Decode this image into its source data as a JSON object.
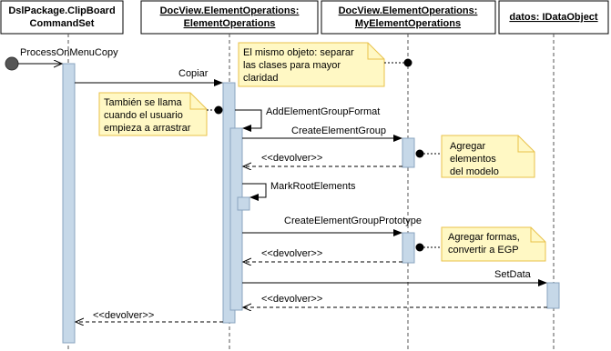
{
  "lifelines": [
    {
      "line1": "DslPackage.ClipBoard",
      "line2": "CommandSet"
    },
    {
      "line1": "DocView.ElementOperations:",
      "line2": "ElementOperations"
    },
    {
      "line1": "DocView.ElementOperations:",
      "line2": "MyElementOperations"
    },
    {
      "line1": "datos: IDataObject",
      "line2": ""
    }
  ],
  "messages": {
    "entry": "ProcessOnMenuCopy",
    "copiar": "Copiar",
    "add_element_group_format": "AddElementGroupFormat",
    "create_element_group": "CreateElementGroup",
    "return_1": "<<devolver>>",
    "mark_root_elements": "MarkRootElements",
    "create_element_group_prototype": "CreateElementGroupPrototype",
    "return_2": "<<devolver>>",
    "set_data": "SetData",
    "return_3": "<<devolver>>",
    "return_4": "<<devolver>>"
  },
  "notes": {
    "same_object": [
      "El mismo objeto: separar",
      "las clases para mayor",
      "claridad"
    ],
    "drag": [
      "También se llama",
      "cuando el usuario",
      "empieza a arrastrar"
    ],
    "add_elements": [
      "Agregar",
      "elementos",
      "del modelo"
    ],
    "add_shapes": [
      "Agregar formas,",
      "convertir a EGP"
    ]
  },
  "colors": {
    "header_fill": "#ffffff",
    "activation_fill": "#c6d8e8",
    "activation_border": "#8aa4bf",
    "note_fill": "#fff8c4",
    "note_border": "#e8c24a",
    "line": "#000000",
    "lifeline_dash": "#555555"
  }
}
